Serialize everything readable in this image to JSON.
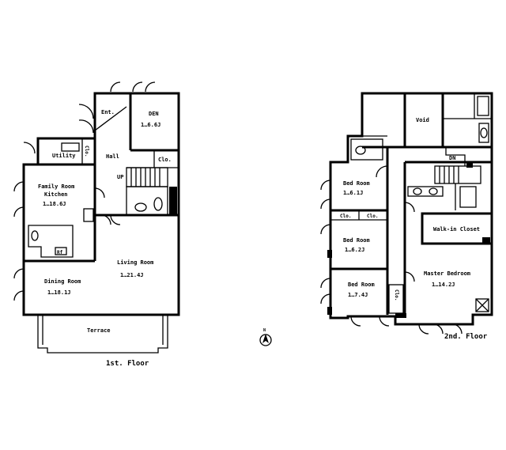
{
  "floor1": {
    "caption": "1st. Floor",
    "rooms": {
      "ent": "Ent.",
      "den": "DEN",
      "den_size": "1…6.6J",
      "hall": "Hall",
      "utility": "Utility",
      "utility_clo": "Clo.",
      "clo": "Clo.",
      "up": "UP",
      "family_kitchen": "Family Room",
      "family_kitchen_2": "Kitchen",
      "family_kitchen_size": "1…18.6J",
      "living": "Living Room",
      "living_size": "1…21.4J",
      "dining": "Dining Room",
      "dining_size": "1…18.1J",
      "fridge": "Rf",
      "terrace": "Terrace"
    }
  },
  "floor2": {
    "caption": "2nd. Floor",
    "rooms": {
      "void": "Void",
      "dn": "DN",
      "bed1": "Bed Room",
      "bed1_size": "1…6.1J",
      "clo1": "Clo.",
      "clo2": "Clo.",
      "bed2": "Bed Room",
      "bed2_size": "1…6.2J",
      "bed3": "Bed Room",
      "bed3_size": "1…7.4J",
      "bed3_clo": "Clo.",
      "walkin": "Walk-in Closet",
      "master": "Master Bedroom",
      "master_size": "1…14.2J"
    }
  },
  "compass_label": "N"
}
